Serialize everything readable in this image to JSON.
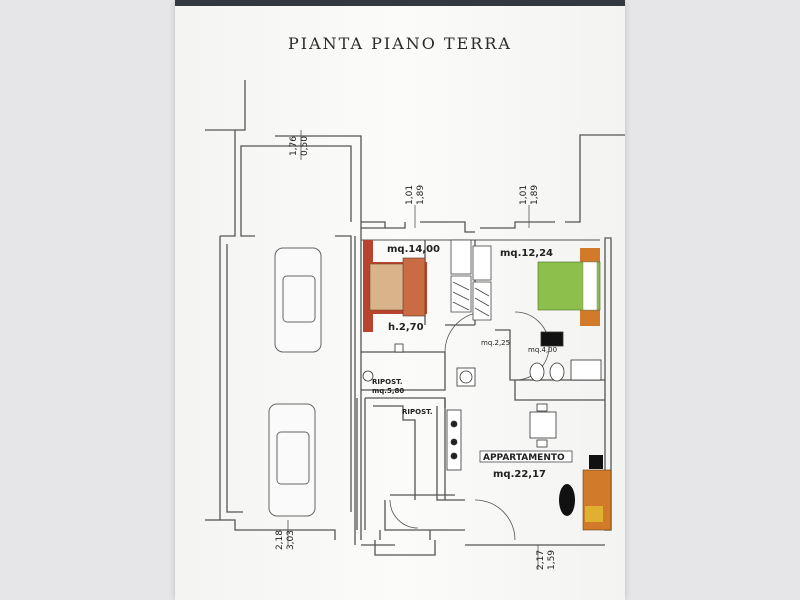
{
  "plan": {
    "title": "PIANTA PIANO TERRA",
    "dims": {
      "top_left_a": "1,76",
      "top_left_b": "0,50",
      "top_mid_a": "1,01",
      "top_mid_b": "1,89",
      "top_right_a": "1,01",
      "top_right_b": "1,89",
      "bottom_left_a": "2,18",
      "bottom_left_b": "3,03",
      "bottom_right_a": "2,17",
      "bottom_right_b": "1,59"
    },
    "rooms": {
      "bedroom_area": "mq.14,00",
      "bedroom_height": "h.2,70",
      "bedroom2_area": "mq.12,24",
      "hall_area": "mq.2,25",
      "bath_area": "mq.4,00",
      "ripost1_name": "RIPOST.",
      "ripost1_area": "mq.5,80",
      "ripost2_name": "RIPOST.",
      "apartment_name": "APPARTAMENTO",
      "apartment_area": "mq.22,17"
    }
  },
  "colors": {
    "wall": "#555555",
    "bed_red": "#b8432f",
    "bed_beige": "#d9b38a",
    "bed_green": "#8cc04a",
    "sofa_orange": "#d07a2a"
  }
}
